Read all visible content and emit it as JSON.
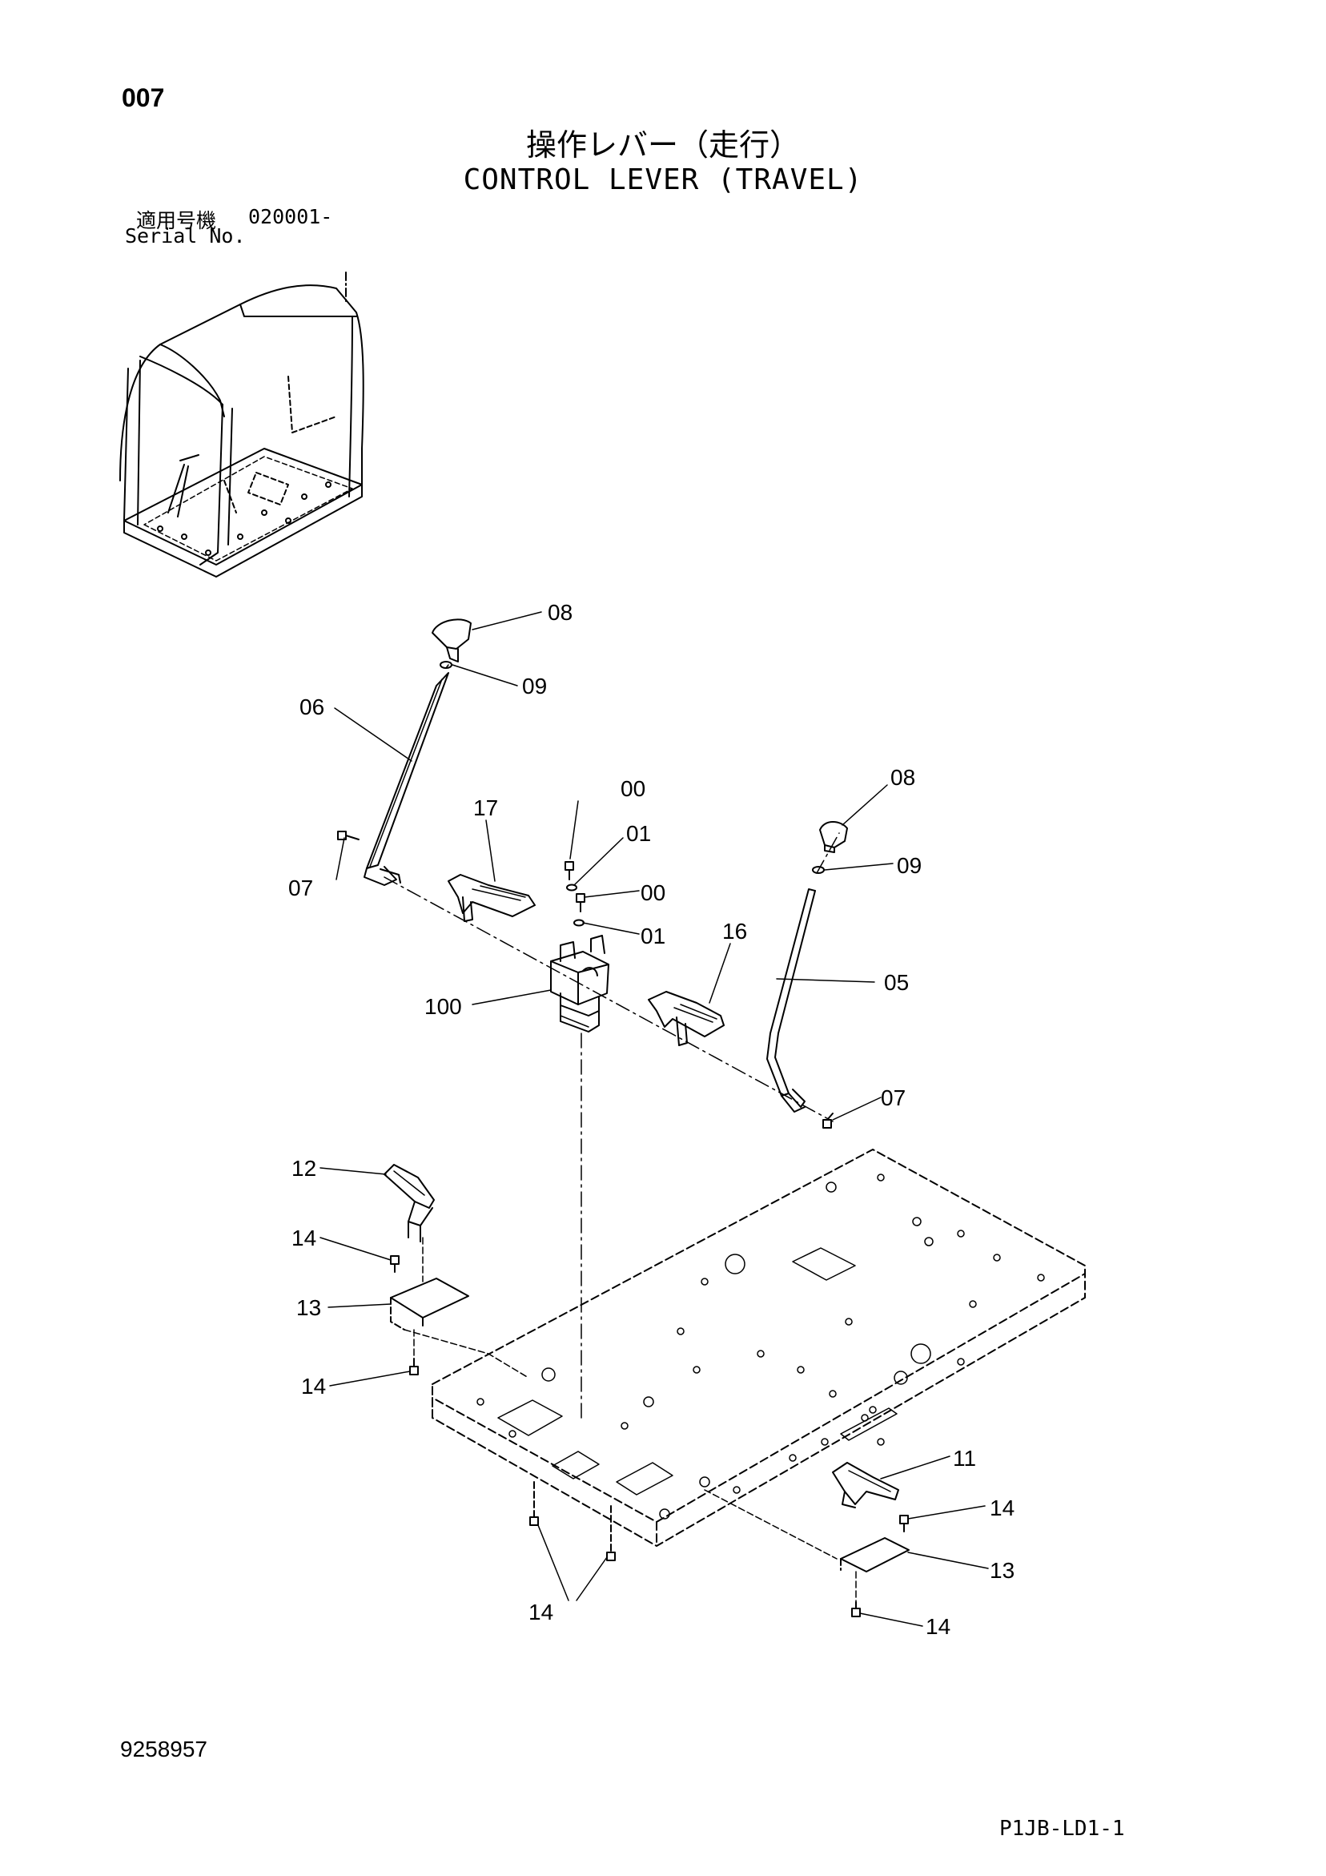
{
  "header": {
    "page_number": "007",
    "title_jp": "操作レバー（走行）",
    "title_en": "CONTROL LEVER (TRAVEL)",
    "serial_label_jp": "適用号機",
    "serial_value": "020001-",
    "serial_label_en": "Serial No."
  },
  "footer": {
    "document_number": "9258957",
    "reference_code": "P1JB-LD1-1"
  },
  "callouts": [
    {
      "id": "c08a",
      "text": "08"
    },
    {
      "id": "c09a",
      "text": "09"
    },
    {
      "id": "c06",
      "text": "06"
    },
    {
      "id": "c00a",
      "text": "00"
    },
    {
      "id": "c17",
      "text": "17"
    },
    {
      "id": "c01a",
      "text": "01"
    },
    {
      "id": "c08b",
      "text": "08"
    },
    {
      "id": "c07a",
      "text": "07"
    },
    {
      "id": "c00b",
      "text": "00"
    },
    {
      "id": "c09b",
      "text": "09"
    },
    {
      "id": "c16",
      "text": "16"
    },
    {
      "id": "c01b",
      "text": "01"
    },
    {
      "id": "c05",
      "text": "05"
    },
    {
      "id": "c100",
      "text": "100"
    },
    {
      "id": "c07b",
      "text": "07"
    },
    {
      "id": "c12",
      "text": "12"
    },
    {
      "id": "c14a",
      "text": "14"
    },
    {
      "id": "c13a",
      "text": "13"
    },
    {
      "id": "c14b",
      "text": "14"
    },
    {
      "id": "c11",
      "text": "11"
    },
    {
      "id": "c14c",
      "text": "14"
    },
    {
      "id": "c13b",
      "text": "13"
    },
    {
      "id": "c14d",
      "text": "14"
    },
    {
      "id": "c14e",
      "text": "14"
    }
  ]
}
